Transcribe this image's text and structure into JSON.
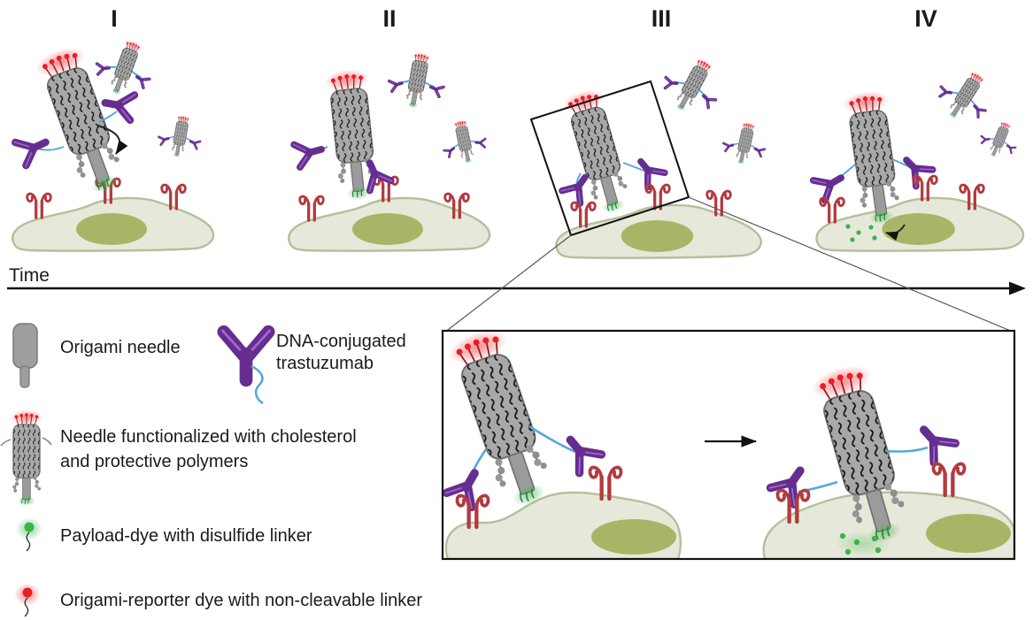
{
  "figure": {
    "title_present": false,
    "stages": [
      {
        "numeral": "I"
      },
      {
        "numeral": "II"
      },
      {
        "numeral": "III"
      },
      {
        "numeral": "IV"
      }
    ],
    "timeline": {
      "label": "Time"
    },
    "legend": {
      "items": [
        {
          "icon": "origami-needle-icon",
          "label": "Origami needle"
        },
        {
          "icon": "dna-conjugated-trastuzumab-icon",
          "lines": [
            "DNA-conjugated",
            "trastuzumab"
          ]
        },
        {
          "icon": "functionalized-needle-icon",
          "lines": [
            "Needle functionalized with cholesterol",
            "and protective polymers"
          ]
        },
        {
          "icon": "payload-dye-icon",
          "label": "Payload-dye with disulfide linker"
        },
        {
          "icon": "origami-reporter-dye-icon",
          "label": "Origami-reporter dye with non-cleavable linker"
        }
      ]
    },
    "colors": {
      "needle_gray": "#a8a8a8",
      "needle_stroke": "#6f6f6f",
      "hatch_black": "#151515",
      "antibody_purple": "#662d91",
      "dna_blue": "#58a7dc",
      "receptor_red": "#b23a3e",
      "reporter_red": "#ed1c24",
      "payload_green": "#39b54a",
      "cell_fill": "#e6e9d9",
      "cell_border": "#b5bf9c",
      "nucleus_olive": "#a9b566",
      "text_black": "#1a1a1a"
    }
  }
}
